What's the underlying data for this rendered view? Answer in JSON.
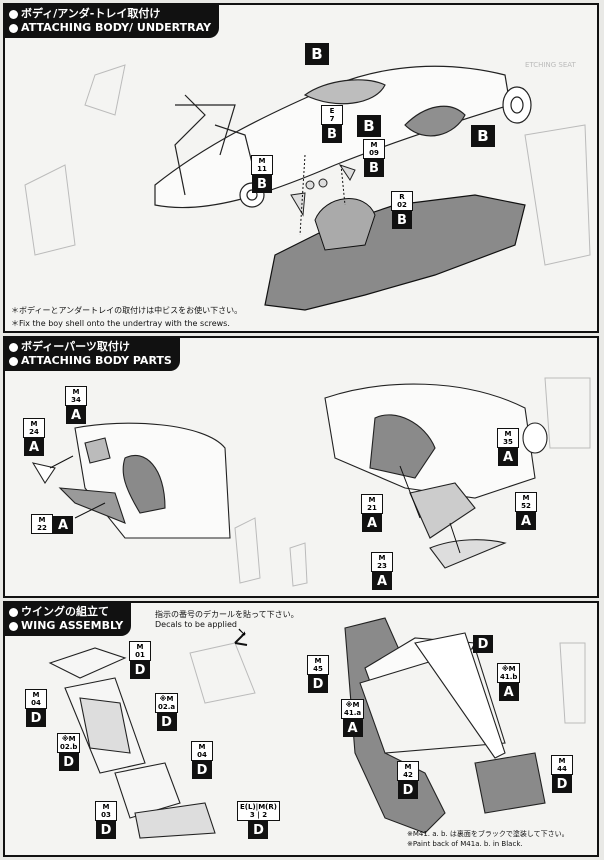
{
  "section1": {
    "title_jp": "ボディ/アンダ-トレイ取付け",
    "title_en": "ATTACHING BODY/ UNDERTRAY",
    "note_jp": "＊ボディーとアンダートレイの取付けは中ビスをお使い下さい。",
    "note_en": "＊Fix the boy shell onto the undertray with the screws.",
    "ghost_text": "ETCHING SEAT",
    "tags": [
      {
        "code": "",
        "letter": "B"
      },
      {
        "code": "",
        "letter": "B"
      },
      {
        "code": "",
        "letter": "B"
      },
      {
        "code": "E\n7",
        "letter": "B"
      },
      {
        "code": "M\n11",
        "letter": "B"
      },
      {
        "code": "M\n09",
        "letter": "B"
      },
      {
        "code": "R\n02",
        "letter": "B"
      }
    ]
  },
  "section2": {
    "title_jp": "ボディーパーツ取付け",
    "title_en": "ATTACHING BODY PARTS",
    "tags": [
      {
        "code": "M\n34",
        "letter": "A"
      },
      {
        "code": "M\n24",
        "letter": "A"
      },
      {
        "code": "M\n22",
        "letter": "A"
      },
      {
        "code": "M\n35",
        "letter": "A"
      },
      {
        "code": "M\n21",
        "letter": "A"
      },
      {
        "code": "M\n52",
        "letter": "A"
      },
      {
        "code": "M\n23",
        "letter": "A"
      }
    ]
  },
  "section3": {
    "title_jp": "ウイングの組立て",
    "title_en": "WING ASSEMBLY",
    "decal_jp": "指示の番号のデカールを貼って下さい。",
    "decal_en": "Decals to be applied",
    "note_jp": "※M41. a. b. は裏面をブラックで塗装して下さい。",
    "note_en": "※Paint back of M41a. b. in Black.",
    "tags": [
      {
        "code": "M\n01",
        "letter": "D"
      },
      {
        "code": "M\n04",
        "letter": "D"
      },
      {
        "code": "※M\n02.a",
        "letter": "D"
      },
      {
        "code": "※M\n02.b",
        "letter": "D"
      },
      {
        "code": "M\n04",
        "letter": "D"
      },
      {
        "code": "M\n03",
        "letter": "D"
      },
      {
        "code": "E(L)|M(R)\n3 | 2",
        "letter": "D"
      },
      {
        "code": "",
        "letter": "D"
      },
      {
        "code": "M\n45",
        "letter": "D"
      },
      {
        "code": "※M\n41.b",
        "letter": "A"
      },
      {
        "code": "※M\n41.a",
        "letter": "A"
      },
      {
        "code": "M\n42",
        "letter": "D"
      },
      {
        "code": "M\n44",
        "letter": "D"
      }
    ]
  }
}
